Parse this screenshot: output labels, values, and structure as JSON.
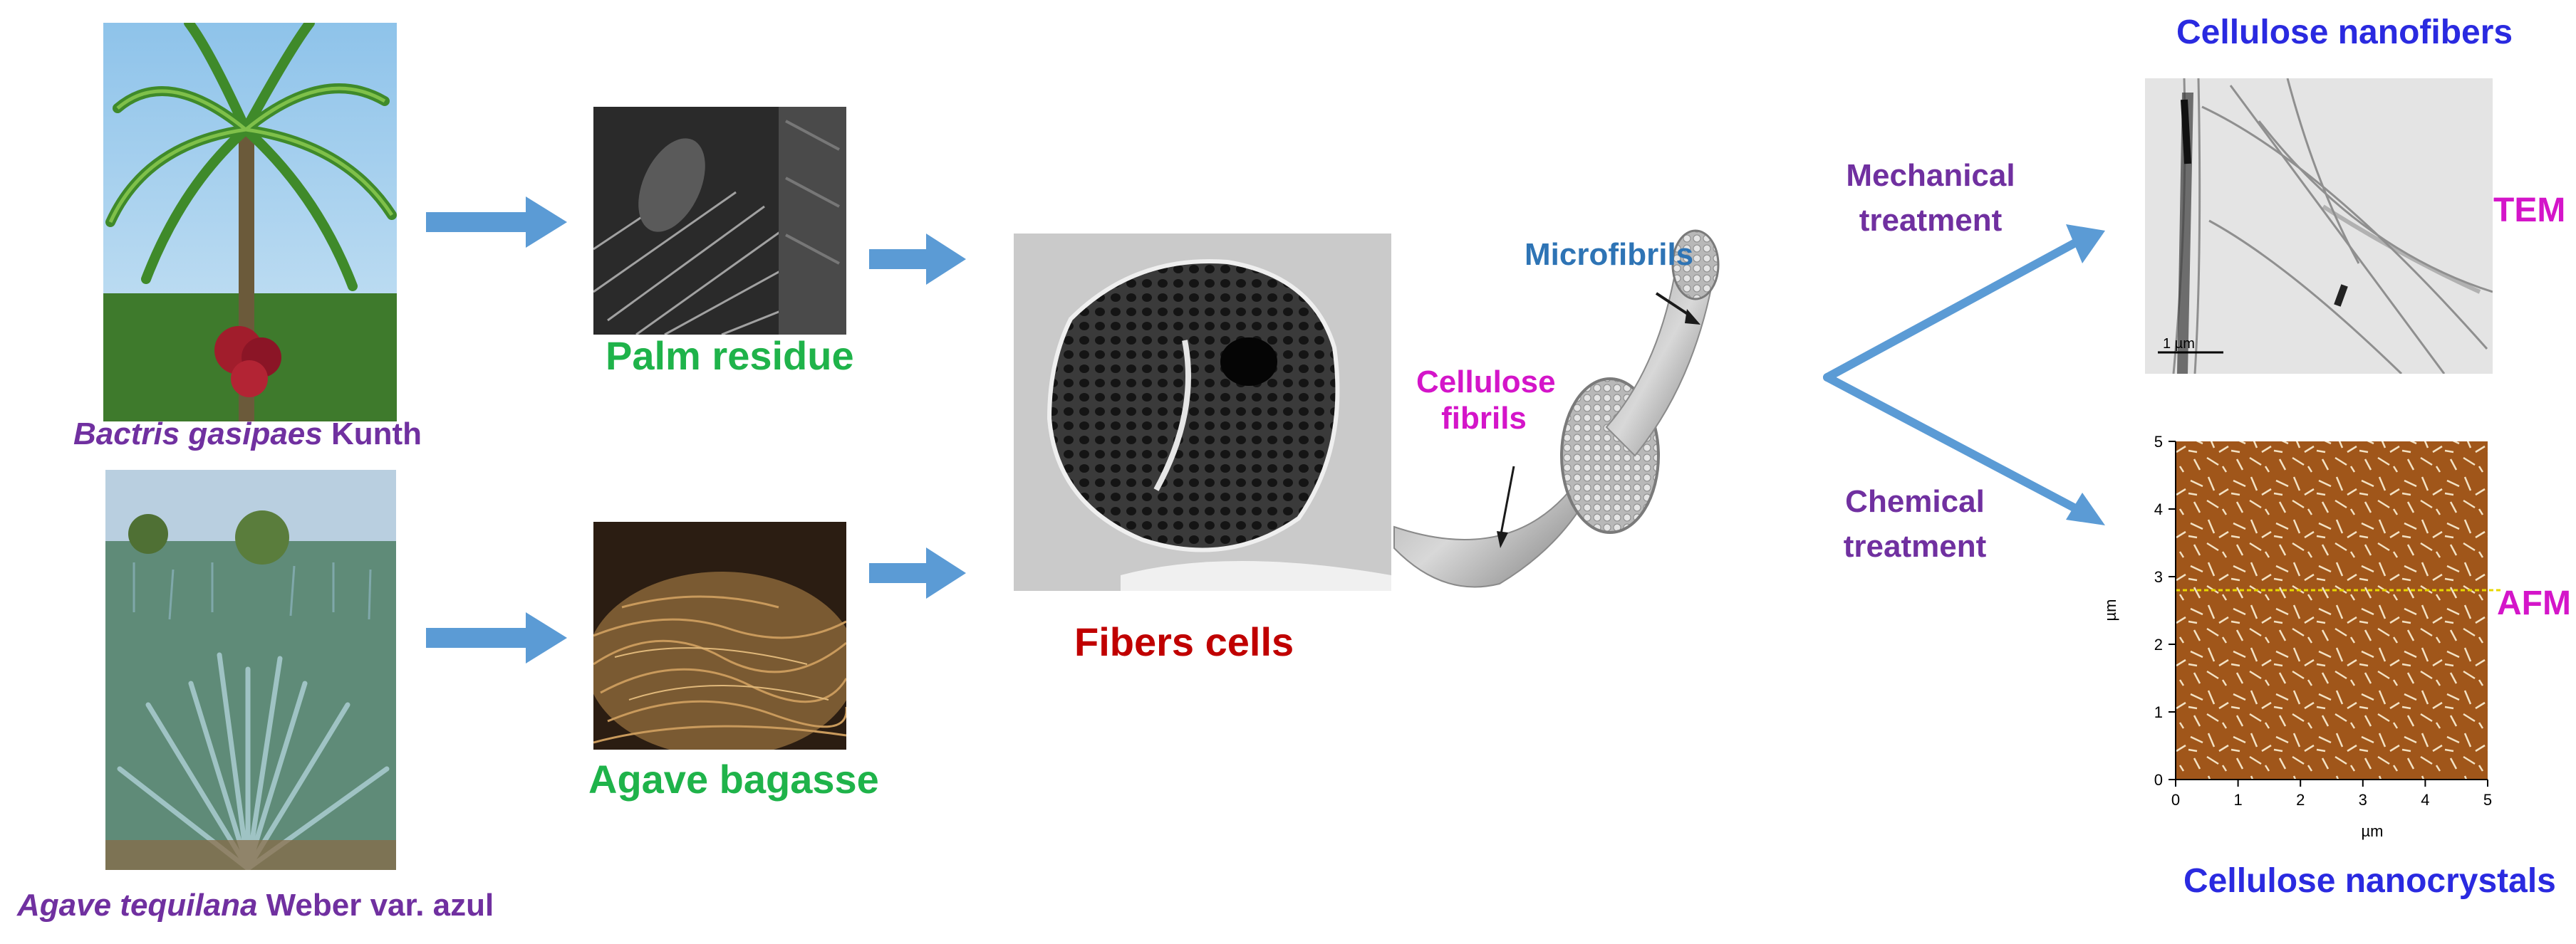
{
  "plants": {
    "palm_name_italic": "Bactris gasipaes",
    "palm_name_rest": " Kunth",
    "agave_name_italic": "Agave tequilana",
    "agave_name_rest": " Weber var. azul"
  },
  "residues": {
    "palm": "Palm residue",
    "agave": "Agave bagasse"
  },
  "fibers_cells": "Fibers cells",
  "fibril_labels": {
    "microfibrils": "Microfibrils",
    "cellulose_line1": "Cellulose",
    "cellulose_line2": "fibrils"
  },
  "treatments": {
    "mechanical_line1": "Mechanical",
    "mechanical_line2": "treatment",
    "chemical_line1": "Chemical",
    "chemical_line2": "treatment"
  },
  "products": {
    "nanofibers": "Cellulose nanofibers",
    "nanocrystals": "Cellulose nanocrystals",
    "tem": "TEM",
    "afm": "AFM",
    "tem_scale": "1 µm"
  },
  "afm_plot": {
    "xlabel": "µm",
    "ylabel": "µm",
    "x_ticks": [
      "0",
      "1",
      "2",
      "3",
      "4",
      "5"
    ],
    "y_ticks": [
      "0",
      "1",
      "2",
      "3",
      "4",
      "5"
    ]
  },
  "colors": {
    "arrow": "#5b9bd5",
    "purple": "#7030a0",
    "green": "#1fb34a",
    "red": "#c00000",
    "blue": "#2a2ae0",
    "magenta": "#d415c9",
    "afm_background": "#a0561a",
    "afm_line": "#e8d800"
  }
}
